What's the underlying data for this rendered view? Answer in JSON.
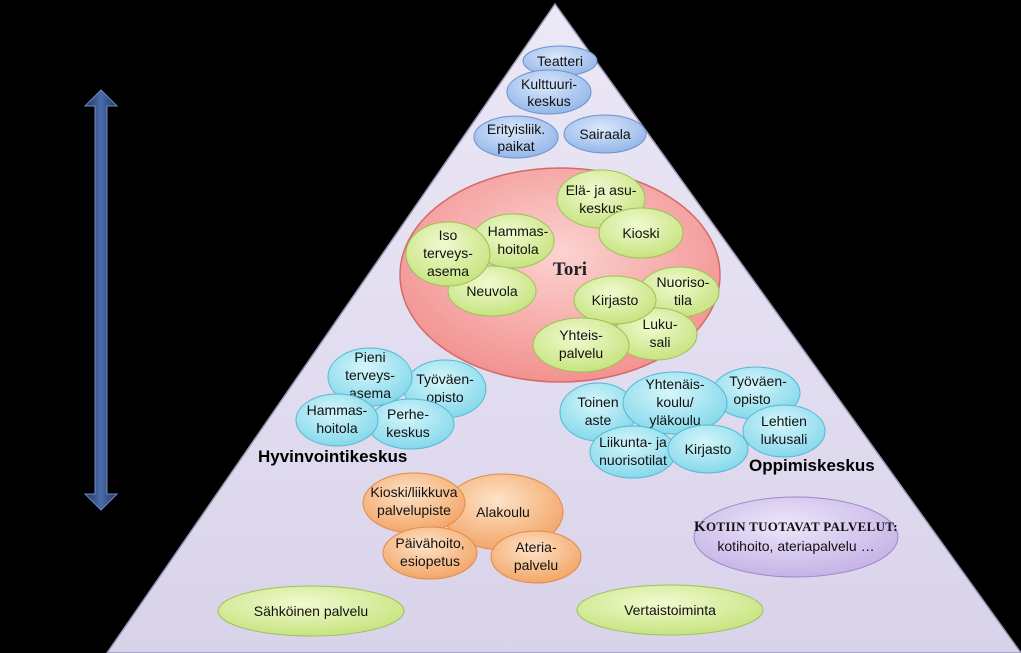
{
  "colors": {
    "background": "#000000",
    "pyramid": "#e2ddef",
    "blue": "#a9c6ef",
    "lightgreen": "#dcef9f",
    "cyan": "#9fe4f1",
    "orange": "#f8be86",
    "lilac": "#d2c3ec",
    "tori_area": "#f6a09e",
    "arrow": "#2d4a82"
  },
  "top_services": {
    "teatteri": "Teatteri",
    "kulttuurikeskus": [
      "Kulttuuri-",
      "keskus"
    ],
    "erityisliik": [
      "Erityisliik.",
      "paikat"
    ],
    "sairaala": "Sairaala"
  },
  "tori": {
    "title": "Tori",
    "ela_asukeskus": [
      "Elä- ja asu-",
      "keskus"
    ],
    "kioski": "Kioski",
    "hammashoitola": [
      "Hammas-",
      "hoitola"
    ],
    "iso_terveysasema": [
      "Iso",
      "terveys-",
      "asema"
    ],
    "neuvola": "Neuvola",
    "nuorisotila": [
      "Nuoriso-",
      "tila"
    ],
    "kirjasto": "Kirjasto",
    "lukusali": [
      "Luku-",
      "sali"
    ],
    "yhteispalvelu": [
      "Yhteis-",
      "palvelu"
    ]
  },
  "hyvinvointikeskus": {
    "title": "Hyvinvointikeskus",
    "pieni_terveysasema": [
      "Pieni",
      "terveys-",
      "asema"
    ],
    "tyovaenopisto": [
      "Työväen-",
      "opisto"
    ],
    "hammashoitola": [
      "Hammas-",
      "hoitola"
    ],
    "perhekeskus": [
      "Perhe-",
      "keskus"
    ]
  },
  "oppimiskeskus": {
    "title": "Oppimiskeskus",
    "tyovaenopisto": [
      "Työväen-",
      "opisto"
    ],
    "yhtenaiskoulu": [
      "Yhtenäis-",
      "koulu/",
      "yläkoulu"
    ],
    "toinen_aste": [
      "Toinen",
      "aste"
    ],
    "lehtien_lukusali": [
      "Lehtien",
      "lukusali"
    ],
    "liikunta_nuorisotilat": [
      "Liikunta- ja",
      "nuorisotilat"
    ],
    "kirjasto": "Kirjasto"
  },
  "bottom_services": {
    "kioski_liikkuva": [
      "Kioski/liikkuva",
      "palvelupiste"
    ],
    "alakoulu": "Alakoulu",
    "paivahoito": [
      "Päivähoito,",
      "esiopetus"
    ],
    "ateriapalvelu": [
      "Ateria-",
      "palvelu"
    ]
  },
  "kotiin": {
    "title_first": "K",
    "title_rest": "OTIIN TUOTAVAT PALVELUT:",
    "text": "kotihoito, ateriapalvelu …"
  },
  "sahkoinen_palvelu": "Sähköinen palvelu",
  "vertaistoiminta": "Vertaistoiminta"
}
